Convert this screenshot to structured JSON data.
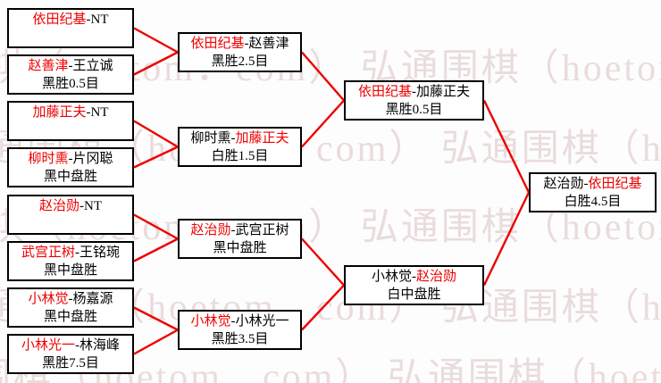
{
  "colors": {
    "red": "#ee0000",
    "black": "#000000",
    "box_bg": "#ffffff",
    "page_bg": "#fdfdfd",
    "watermark": "#eadcdc"
  },
  "watermark": {
    "row_text": "弘通围棋（hoetom．com） 弘通围棋（hoetom．com） 弘通围棋（hoetom．com）"
  },
  "rounds": {
    "r1": [
      {
        "n1": "依田纪基",
        "n1_class": "red",
        "sep": "-",
        "n2": "NT",
        "n2_class": "blk",
        "result": ""
      },
      {
        "n1": "赵善津",
        "n1_class": "red",
        "sep": "-",
        "n2": "王立诚",
        "n2_class": "blk",
        "result": "黑胜0.5目"
      },
      {
        "n1": "加藤正夫",
        "n1_class": "red",
        "sep": "-",
        "n2": "NT",
        "n2_class": "blk",
        "result": ""
      },
      {
        "n1": "柳时熏",
        "n1_class": "red",
        "sep": "-",
        "n2": "片冈聪",
        "n2_class": "blk",
        "result": "黑中盘胜"
      },
      {
        "n1": "赵治勋",
        "n1_class": "red",
        "sep": "-",
        "n2": "NT",
        "n2_class": "blk",
        "result": ""
      },
      {
        "n1": "武宫正树",
        "n1_class": "red",
        "sep": "-",
        "n2": "王铭琬",
        "n2_class": "blk",
        "result": "黑中盘胜"
      },
      {
        "n1": "小林觉",
        "n1_class": "red",
        "sep": "-",
        "n2": "杨嘉源",
        "n2_class": "blk",
        "result": "黑中盘胜"
      },
      {
        "n1": "小林光一",
        "n1_class": "red",
        "sep": "-",
        "n2": "林海峰",
        "n2_class": "blk",
        "result": "黑胜7.5目"
      }
    ],
    "r2": [
      {
        "n1": "依田纪基",
        "n1_class": "red",
        "sep": "-",
        "n2": "赵善津",
        "n2_class": "blk",
        "result": "黑胜2.5目"
      },
      {
        "n1": "柳时熏",
        "n1_class": "blk",
        "sep": "-",
        "n2": "加藤正夫",
        "n2_class": "red",
        "result": "白胜1.5目"
      },
      {
        "n1": "赵治勋",
        "n1_class": "red",
        "sep": "-",
        "n2": "武宫正树",
        "n2_class": "blk",
        "result": "黑中盘胜"
      },
      {
        "n1": "小林觉",
        "n1_class": "red",
        "sep": "-",
        "n2": "小林光一",
        "n2_class": "blk",
        "result": "黑胜3.5目"
      }
    ],
    "semifinal": [
      {
        "n1": "依田纪基",
        "n1_class": "red",
        "sep": "-",
        "n2": "加藤正夫",
        "n2_class": "blk",
        "result": "黑胜0.5目"
      },
      {
        "n1": "小林觉",
        "n1_class": "blk",
        "sep": "-",
        "n2": "赵治勋",
        "n2_class": "red",
        "result": "白中盘胜"
      }
    ],
    "final": [
      {
        "n1": "赵治勋",
        "n1_class": "blk",
        "sep": "-",
        "n2": "依田纪基",
        "n2_class": "red",
        "result": "白胜4.5目"
      }
    ]
  }
}
